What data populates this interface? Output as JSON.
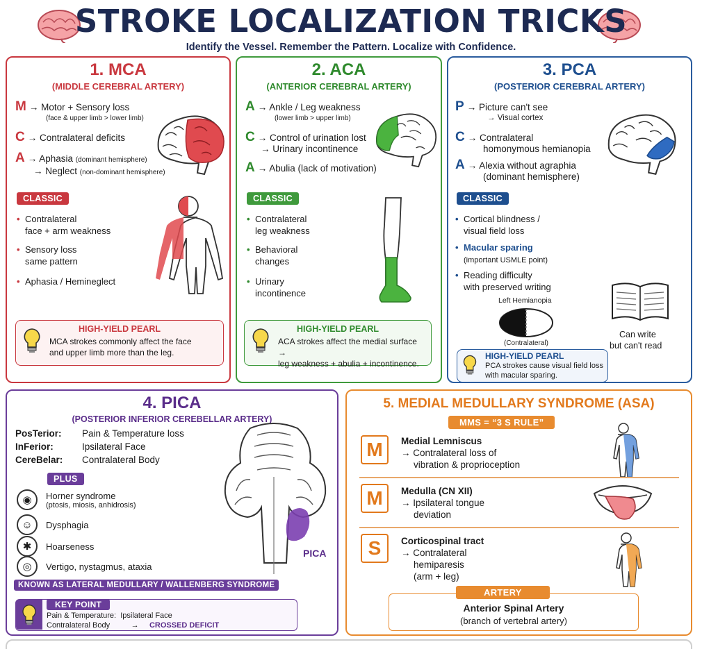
{
  "header": {
    "title": "STROKE LOCALIZATION TRICKS",
    "subtitle": "Identify the Vessel. Remember the Pattern. Localize with Confidence."
  },
  "mca": {
    "number": "1. MCA",
    "subtitle": "(MIDDLE CEREBRAL ARTERY)",
    "mnemonic": [
      {
        "letter": "M",
        "text": "→ Motor + Sensory loss",
        "note": "(face & upper limb > lower limb)"
      },
      {
        "letter": "C",
        "text": "→ Contralateral deficits",
        "note": ""
      },
      {
        "letter": "A",
        "text": "→ Aphasia",
        "note": "(dominant hemisphere)",
        "text2": "→ Neglect",
        "note2": "(non-dominant hemisphere)"
      }
    ],
    "classic_label": "CLASSIC",
    "classic": [
      "Contralateral",
      "face + arm weakness",
      "Sensory loss",
      "same pattern",
      "Aphasia / Hemineglect"
    ],
    "pearl_title": "HIGH-YIELD PEARL",
    "pearl_line1": "MCA strokes commonly affect the face",
    "pearl_line2": "and upper limb more than the leg."
  },
  "aca": {
    "number": "2. ACA",
    "subtitle": "(ANTERIOR CEREBRAL ARTERY)",
    "m1": "→ Ankle / Leg weakness",
    "m1note": "(lower limb > upper limb)",
    "m2": "→ Control of urination lost",
    "m2b": "→ Urinary incontinence",
    "m3": "→ Abulia (lack of motivation)",
    "letters": [
      "A",
      "C",
      "A"
    ],
    "classic_label": "CLASSIC",
    "classic": [
      "Contralateral",
      "leg weakness",
      "Behavioral",
      "changes",
      "Urinary",
      "incontinence"
    ],
    "pearl_title": "HIGH-YIELD PEARL",
    "pearl_line1": "ACA strokes affect the medial surface →",
    "pearl_line2": "leg weakness + abulia + incontinence."
  },
  "pca": {
    "number": "3. PCA",
    "subtitle": "(POSTERIOR CEREBRAL ARTERY)",
    "letters": [
      "P",
      "C",
      "A"
    ],
    "m1": "→ Picture can't see",
    "m1b": "→ Visual cortex",
    "m2": "→ Contralateral",
    "m2b": "homonymous hemianopia",
    "m3": "→ Alexia without agraphia",
    "m3b": "(dominant hemisphere)",
    "classic_label": "CLASSIC",
    "classic1": "Cortical blindness /",
    "classic1b": "visual field loss",
    "classic2": "Macular sparing",
    "classic2b": "(important USMLE point)",
    "classic3": "Reading difficulty",
    "classic3b": "with preserved writing",
    "hemi_label": "Left Hemianopia",
    "hemi_sub": "(Contralateral)",
    "book1": "Can write",
    "book2": "but can't read",
    "pearl_title": "HIGH-YIELD PEARL",
    "pearl_line1": "PCA strokes cause visual field loss",
    "pearl_line2": "with macular sparing."
  },
  "pica": {
    "number": "4. PICA",
    "subtitle": "(POSTERIOR INFERIOR CEREBELLAR ARTERY)",
    "mnem": [
      {
        "k": "PosTerior:",
        "v": "Pain & Temperature loss"
      },
      {
        "k": "InFerior:",
        "v": "Ipsilateral Face"
      },
      {
        "k": "CereBelar:",
        "v": "Contralateral Body"
      }
    ],
    "plus_label": "PLUS",
    "symptoms": [
      {
        "t": "Horner syndrome",
        "n": "(ptosis, miosis, anhidrosis)",
        "icon": "eye-icon"
      },
      {
        "t": "Dysphagia",
        "n": "",
        "icon": "head-icon"
      },
      {
        "t": "Hoarseness",
        "n": "",
        "icon": "voice-icon"
      },
      {
        "t": "Vertigo, nystagmus, ataxia",
        "n": "",
        "icon": "spiral-icon"
      }
    ],
    "pica_label": "PICA",
    "known_as": "KNOWN AS LATERAL MEDULLARY / WALLENBERG SYNDROME",
    "key_label": "KEY POINT",
    "key1a": "Pain & Temperature:",
    "key1b": "Ipsilateral Face",
    "key2a": "Contralateral Body",
    "key2b": "→",
    "key2c": "CROSSED DEFICIT"
  },
  "mms": {
    "title": "5. MEDIAL MEDULLARY SYNDROME (ASA)",
    "rule": "MMS = “3 S RULE”",
    "items": [
      {
        "letter": "M",
        "head": "Medial Lemniscus",
        "l1": "→ Contralateral loss of",
        "l2": "vibration & proprioception"
      },
      {
        "letter": "M",
        "head": "Medulla (CN XII)",
        "l1": "→ Ipsilateral tongue",
        "l2": "deviation"
      },
      {
        "letter": "S",
        "head": "Corticospinal tract",
        "l1": "→ Contralateral",
        "l2": "hemiparesis",
        "l3": "(arm + leg)"
      }
    ],
    "artery_label": "ARTERY",
    "artery1": "Anterior Spinal Artery",
    "artery2": "(branch of vertebral artery)"
  },
  "colors": {
    "mca": "#c9383f",
    "aca": "#3f9a3c",
    "pca": "#2a5c9e",
    "pica": "#6a3d9a",
    "mms": "#e88b2f"
  }
}
